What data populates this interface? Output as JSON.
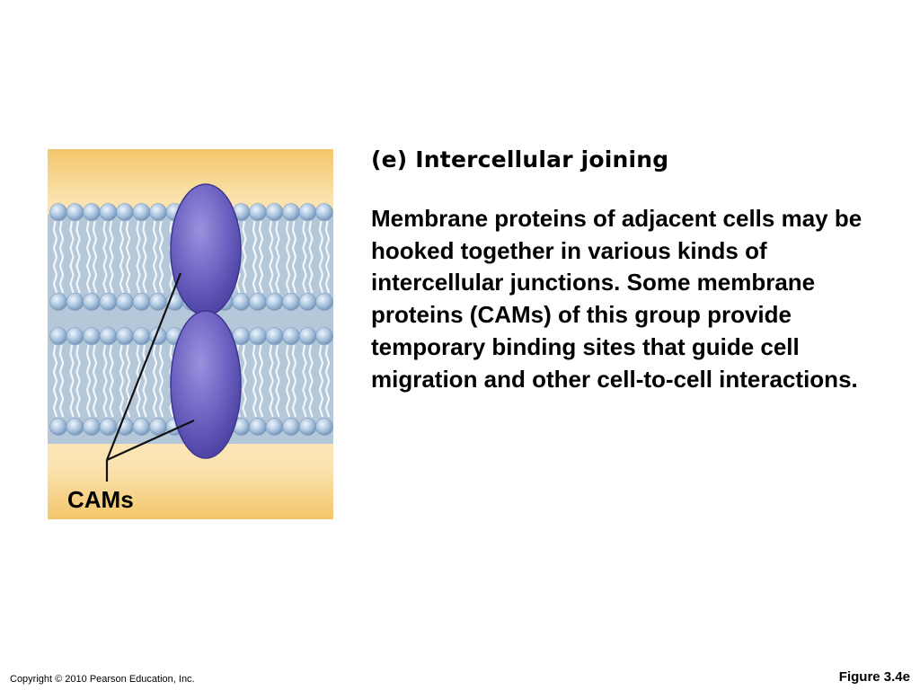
{
  "figure": {
    "title": "(e) Intercellular joining",
    "description": "Membrane proteins of adjacent cells may be hooked together in various kinds of intercellular junctions. Some membrane proteins (CAMs) of this group provide temporary binding sites that guide cell migration and other cell-to-cell interactions.",
    "label": "CAMs",
    "colors": {
      "background_gradient": "#f7d58a",
      "phospholipid_head": "#a9c4df",
      "tail": "#6f8fac",
      "protein": "#6a5fbf"
    }
  },
  "footer": {
    "copyright": "Copyright © 2010 Pearson Education, Inc.",
    "figure_ref": "Figure 3.4e"
  }
}
